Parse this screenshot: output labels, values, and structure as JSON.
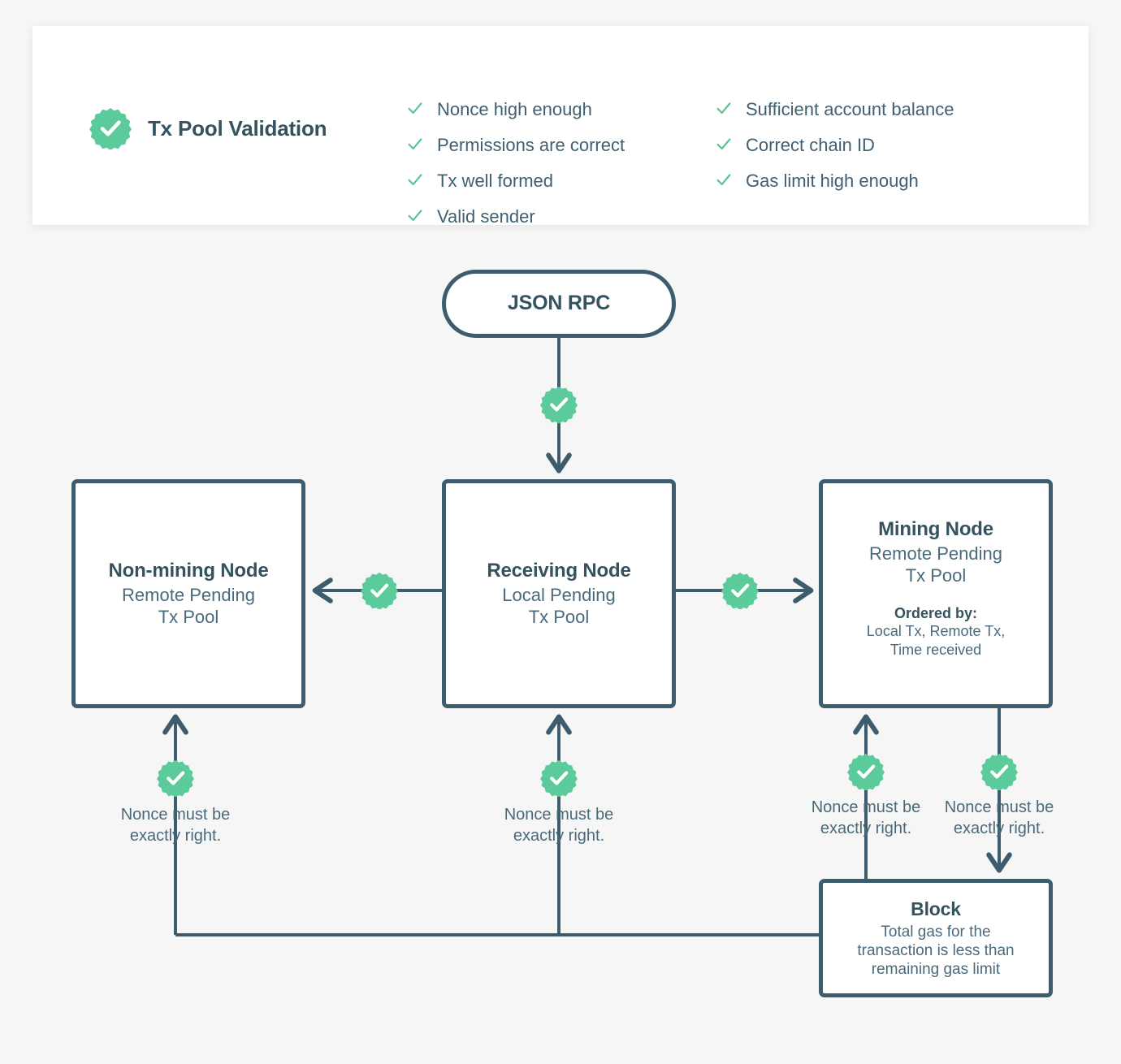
{
  "theme": {
    "page_bg": "#f6f6f6",
    "card_bg": "#ffffff",
    "stroke": "#3d5c6e",
    "accent_green": "#5ccb9b",
    "text": "#3f5f72"
  },
  "header": {
    "title": "Tx Pool Validation",
    "badge_icon": "check-badge-icon",
    "checklist_left": [
      {
        "icon": "check-icon",
        "label": "Nonce high enough"
      },
      {
        "icon": "check-icon",
        "label": "Permissions are correct"
      },
      {
        "icon": "check-icon",
        "label": "Tx well formed"
      },
      {
        "icon": "check-icon",
        "label": "Valid sender"
      }
    ],
    "checklist_right": [
      {
        "icon": "check-icon",
        "label": "Sufficient account balance"
      },
      {
        "icon": "check-icon",
        "label": "Correct chain ID"
      },
      {
        "icon": "check-icon",
        "label": "Gas limit high enough"
      }
    ]
  },
  "nodes": {
    "json_rpc": {
      "title": "JSON RPC"
    },
    "non_mining": {
      "title": "Non-mining Node",
      "subtitle": "Remote Pending\nTx Pool"
    },
    "receiving": {
      "title": "Receiving Node",
      "subtitle": "Local Pending\nTx Pool"
    },
    "mining": {
      "title": "Mining Node",
      "subtitle": "Remote Pending\nTx Pool",
      "detail_head": "Ordered by:",
      "detail_body": "Local Tx, Remote Tx,\nTime received"
    },
    "block": {
      "title": "Block",
      "subtitle": "Total gas for the\ntransaction is less than\nremaining gas limit"
    }
  },
  "edges": {
    "captions": {
      "non_mining_nonce": "Nonce must be\nexactly right.",
      "receiving_nonce": "Nonce must be\nexactly right.",
      "mining_nonce": "Nonce must be\nexactly right.",
      "block_nonce": "Nonce must be\nexactly right."
    },
    "badge_icon": "check-badge-icon",
    "badges": [
      {
        "name": "badge-json-rpc-to-receiving"
      },
      {
        "name": "badge-receiving-to-non-mining"
      },
      {
        "name": "badge-receiving-to-mining"
      },
      {
        "name": "badge-block-to-non-mining"
      },
      {
        "name": "badge-block-to-receiving"
      },
      {
        "name": "badge-block-to-mining"
      },
      {
        "name": "badge-mining-to-block"
      }
    ]
  }
}
